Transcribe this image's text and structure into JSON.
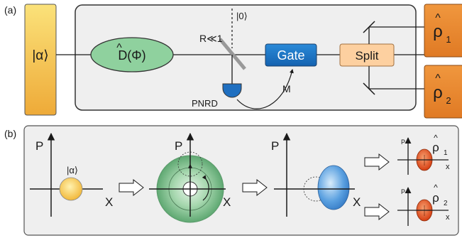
{
  "panel_a": {
    "tag": "(a)",
    "input_state": "|α⟩",
    "displacement": "D(Φ)",
    "displacement_hat": "^",
    "beamsplitter_label": "R≪1",
    "vacuum_label": "|0⟩",
    "gate_label": "Gate",
    "split_label": "Split",
    "detector_label": "PNRD",
    "measurement_label": "M",
    "output_1": "ρ",
    "output_1_sub": "1",
    "output_2": "ρ",
    "output_2_sub": "2",
    "hat": "^"
  },
  "panel_b": {
    "tag": "(b)",
    "axis_p": "P",
    "axis_x": "X",
    "coherent_label": "|α⟩",
    "small_p": "P",
    "small_x": "x",
    "rho1": "ρ",
    "rho1_sub": "1",
    "rho2": "ρ",
    "rho2_sub": "2",
    "hat": "^"
  },
  "colors": {
    "input_gradient_top": "#f7d960",
    "input_gradient_bottom": "#f0b640",
    "displacement_fill": "#8fd19e",
    "gate_fill": "#1a78c8",
    "split_fill": "#fdd0a0",
    "output_fill": "#e8852a",
    "detector_fill": "#1f6fc0",
    "green_disk": "#7fbf8c",
    "blue_ellipse": "#4a90d9",
    "orange_ellipse": "#e0501a",
    "yellow_circle": "#f6c94a"
  }
}
